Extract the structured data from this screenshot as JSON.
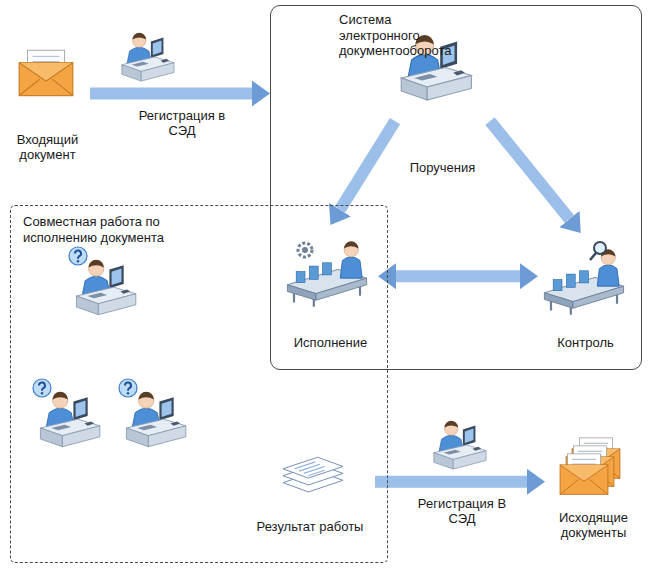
{
  "diagram": {
    "nodes": [
      {
        "text": [
          "Входящий документ"
        ]
      },
      {
        "text": [
          "Система электронного документооборота"
        ]
      },
      {
        "text": [
          "Поручения"
        ],
        "in": 1
      },
      {
        "text": [
          "Исполнение"
        ],
        "in": 1
      },
      {
        "text": [
          "Контроль"
        ],
        "in": 1
      },
      {
        "text": [
          "Совместная работа по исполнению документа"
        ]
      },
      {
        "text": [
          "Результат работы"
        ],
        "in": 5
      },
      {
        "text": [
          "Исходящие документы"
        ]
      }
    ],
    "edges": [
      {
        "from": 0,
        "to": 1,
        "arrow": "to",
        "label": "Регистрация в СЭД"
      },
      {
        "from": 2,
        "to": 3,
        "arrow": "to"
      },
      {
        "from": 2,
        "to": 4,
        "arrow": "to"
      },
      {
        "from": 3,
        "to": 4,
        "arrow": "both"
      },
      {
        "from": 6,
        "to": 7,
        "arrow": "to",
        "label": "Регистрация В СЭД"
      }
    ]
  }
}
